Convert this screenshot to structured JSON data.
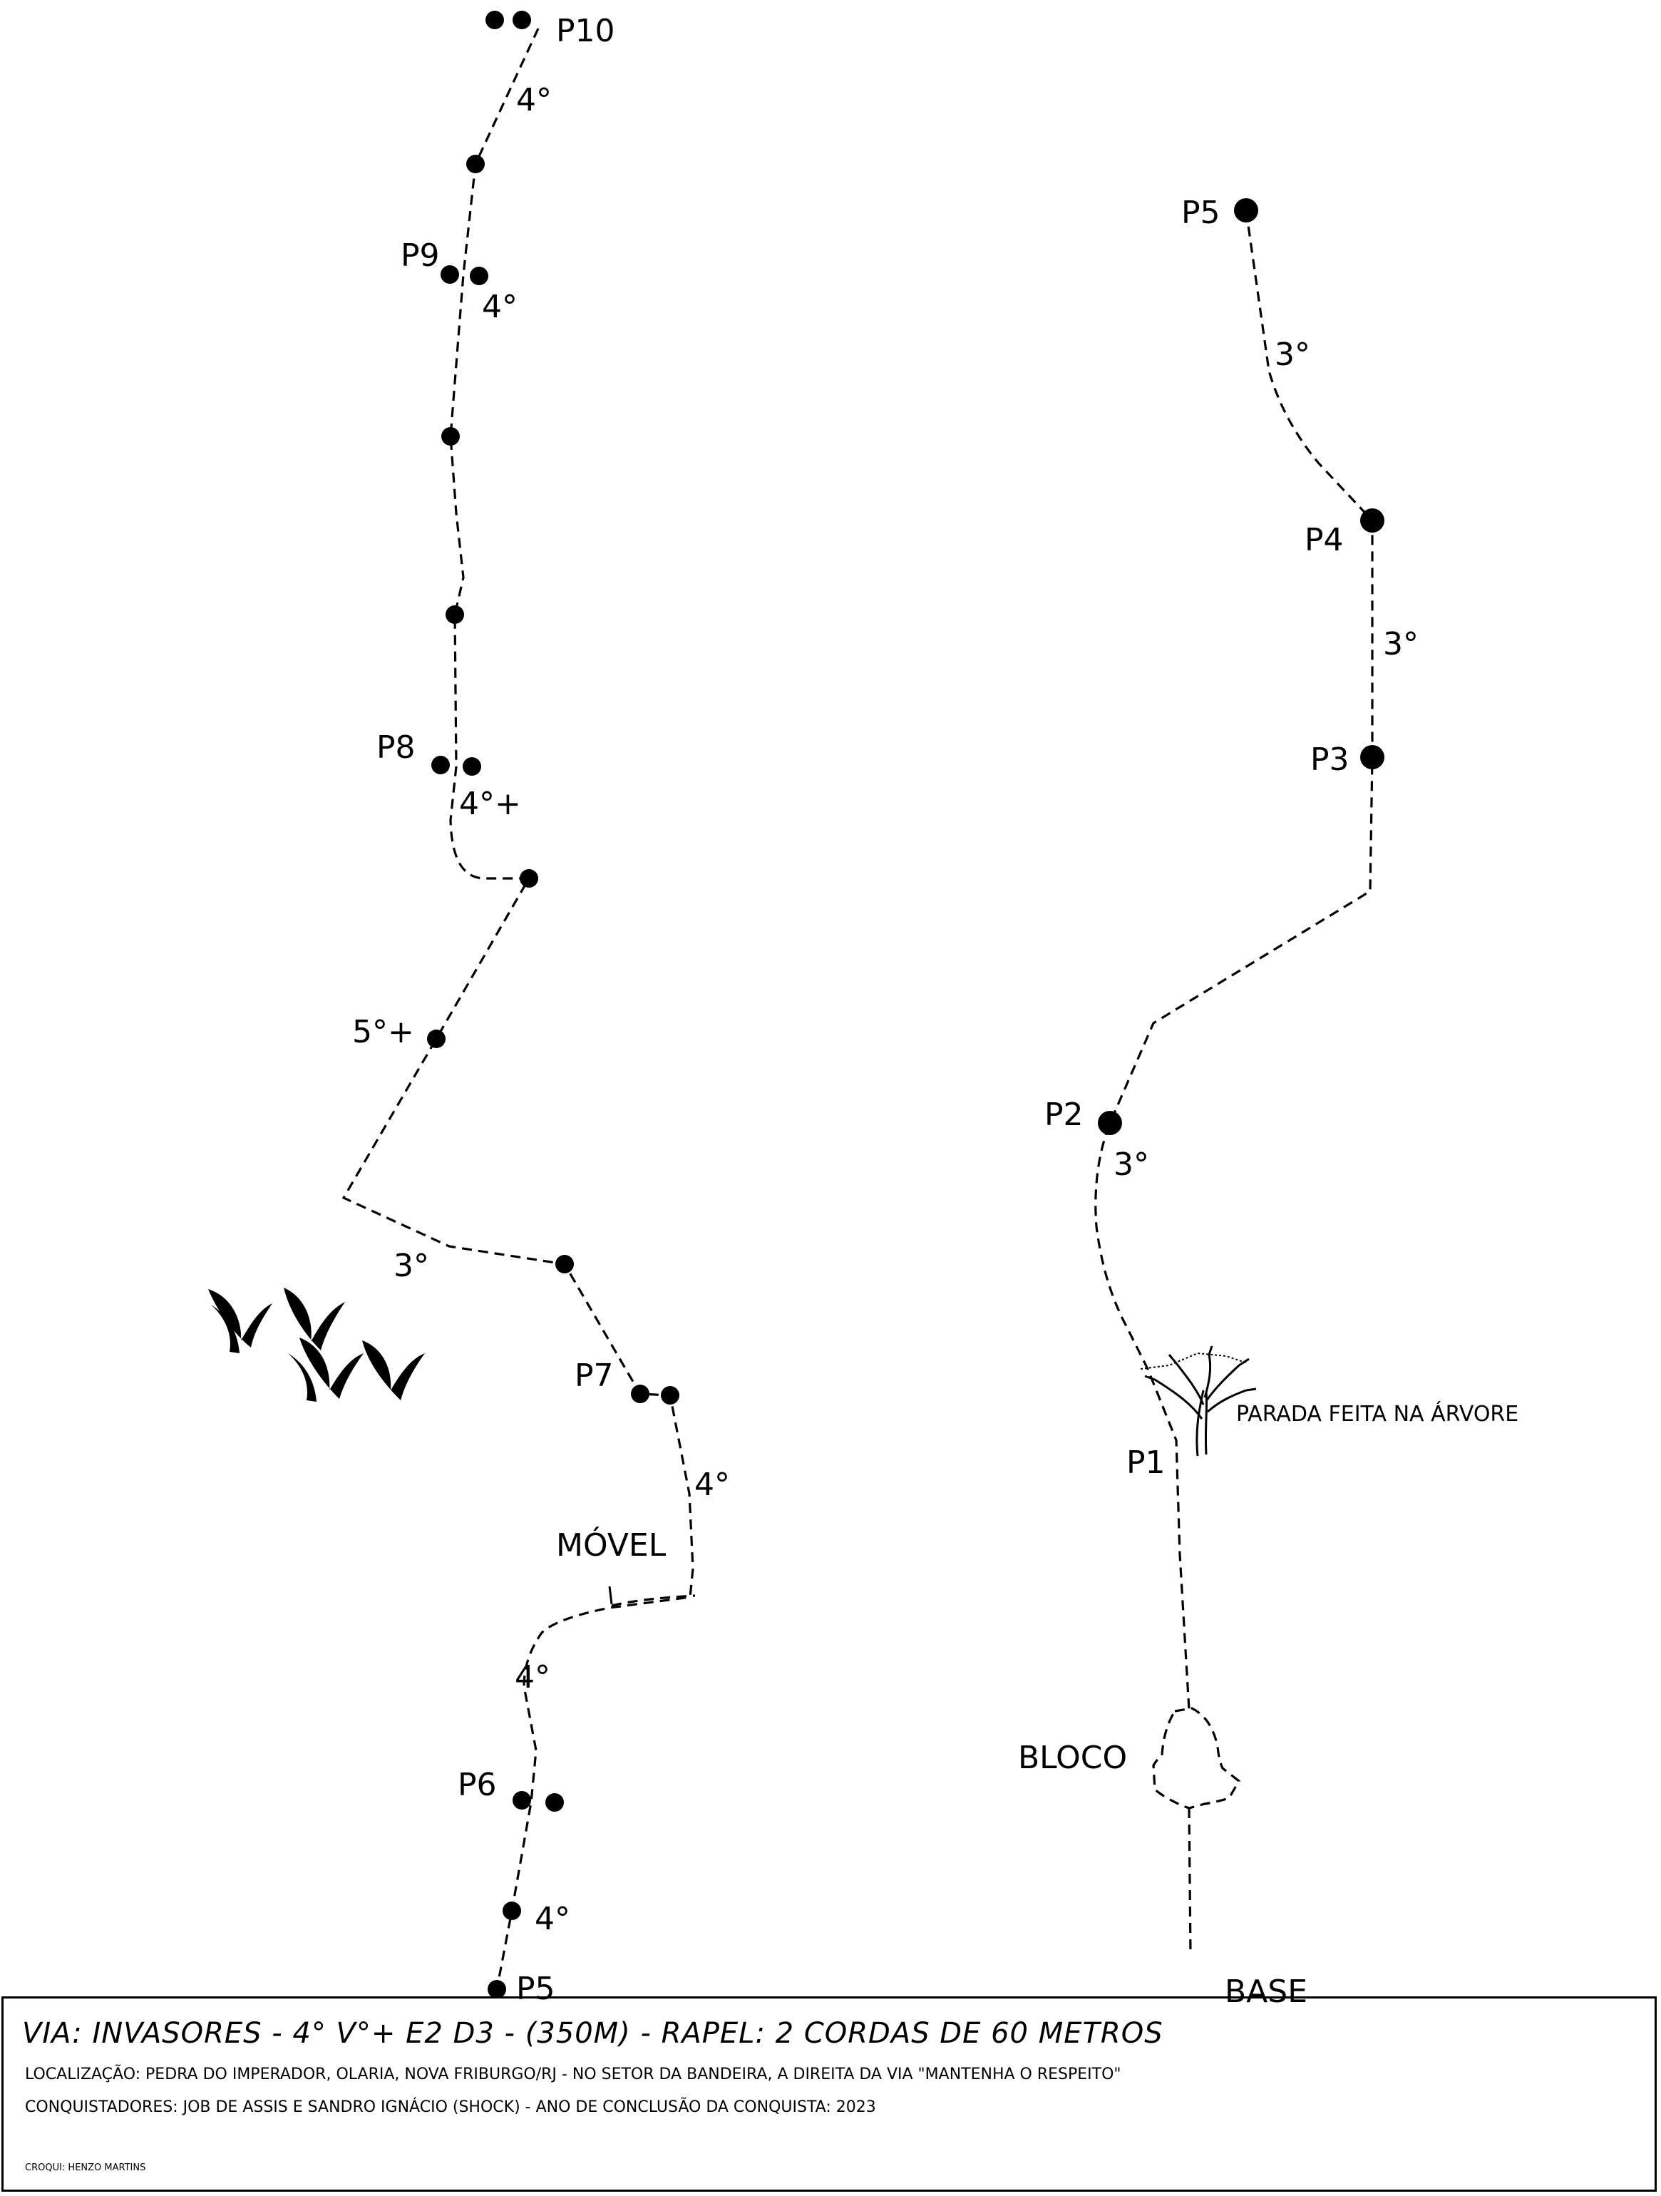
{
  "left_route": {
    "anchors": [
      "P10",
      "P9",
      "P8",
      "P7",
      "P6",
      "P5"
    ],
    "grades": [
      "4°",
      "4°",
      "4°+",
      "5°+",
      "3°",
      "4°",
      "4°",
      "4°"
    ],
    "moving_label": "MÓVEL"
  },
  "right_route": {
    "anchors": [
      "P5",
      "P4",
      "P3",
      "P2",
      "P1"
    ],
    "grades": [
      "3°",
      "3°",
      "3°"
    ],
    "tree_note": "PARADA FEITA NA ÁRVORE",
    "block_label": "BLOCO",
    "base_label": "BASE"
  },
  "footer": {
    "title": "VIA: INVASORES   -   4° V°+ E2 D3 - (350M)  -  RAPEL: 2 CORDAS DE 60 METROS",
    "location": "LOCALIZAÇÃO: PEDRA DO IMPERADOR, OLARIA, NOVA FRIBURGO/RJ - NO SETOR DA BANDEIRA, A DIREITA DA VIA \"MANTENHA O RESPEITO\"",
    "climbers": "CONQUISTADORES: JOB DE ASSIS E SANDRO IGNÁCIO (SHOCK) - ANO DE CONCLUSÃO DA CONQUISTA: 2023",
    "credit": "CROQUI: HENZO MARTINS"
  },
  "icons": [
    "vegetation-icon",
    "tree-icon"
  ],
  "colors": {
    "ink": "#000000",
    "background": "#ffffff"
  }
}
